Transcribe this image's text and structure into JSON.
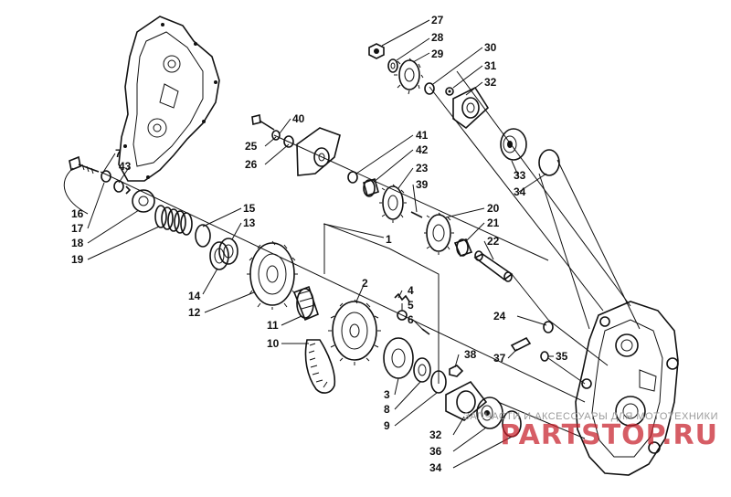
{
  "diagram": {
    "callouts": {
      "c1": "1",
      "c2": "2",
      "c3": "3",
      "c4": "4",
      "c5": "5",
      "c6": "6",
      "c7": "7",
      "c8": "8",
      "c9": "9",
      "c10": "10",
      "c11": "11",
      "c12": "12",
      "c13": "13",
      "c14": "14",
      "c15": "15",
      "c16": "16",
      "c17": "17",
      "c18": "18",
      "c19": "19",
      "c20": "20",
      "c21": "21",
      "c22": "22",
      "c23": "23",
      "c24": "24",
      "c25": "25",
      "c26": "26",
      "c27": "27",
      "c28": "28",
      "c29": "29",
      "c30": "30",
      "c31": "31",
      "c32a": "32",
      "c32b": "32",
      "c33": "33",
      "c34a": "34",
      "c34b": "34",
      "c35": "35",
      "c36": "36",
      "c37": "37",
      "c38": "38",
      "c39": "39",
      "c40": "40",
      "c41": "41",
      "c42": "42",
      "c43": "43"
    }
  },
  "watermark": {
    "subtitle": "ЗАПЧАСТИ И АКСЕССУАРЫ ДЛЯ МОТОТЕХНИКИ",
    "logo_text": "PARTSTOP.RU",
    "logo_color": "#c7202a"
  }
}
